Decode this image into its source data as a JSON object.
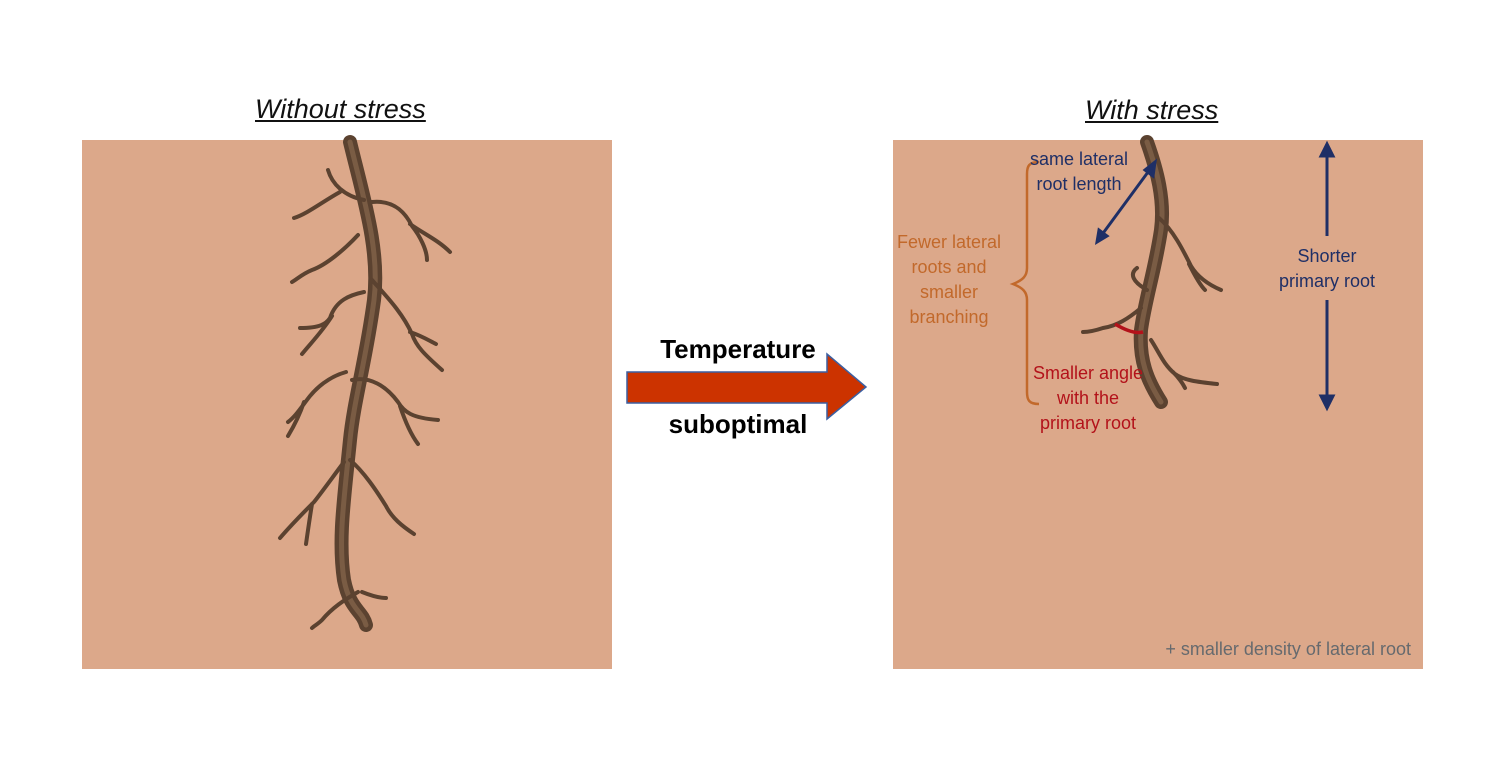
{
  "left_panel": {
    "title": "Without stress"
  },
  "right_panel": {
    "title": "With stress",
    "annotations": {
      "lateral_length": "same lateral root length",
      "fewer_lateral": "Fewer lateral roots and smaller branching",
      "smaller_angle": "Smaller angle with the primary root",
      "shorter_primary": "Shorter primary root",
      "density": "+ smaller density of lateral root"
    }
  },
  "transition": {
    "line1": "Temperature",
    "line2": "suboptimal"
  },
  "colors": {
    "soil": "#dca88a",
    "root": "#5b4230",
    "arrow_fill": "#cc3300",
    "navy": "#1f2f66",
    "orange": "#c2692b",
    "red": "#b3121a"
  }
}
